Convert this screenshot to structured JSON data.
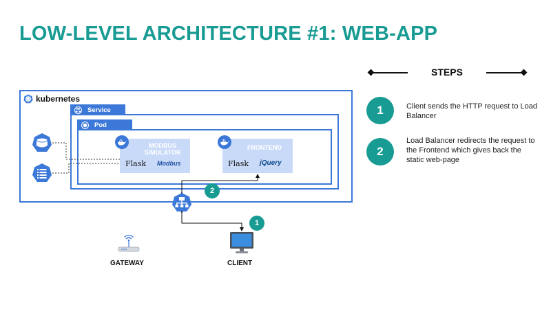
{
  "title": "LOW-LEVEL ARCHITECTURE #1: WEB-APP",
  "steps": {
    "heading": "STEPS",
    "items": [
      {
        "number": "1",
        "text": "Client sends the HTTP request to Load Balancer"
      },
      {
        "number": "2",
        "text": "Load Balancer redirects the request to the Frontend which gives back the static web-page"
      }
    ]
  },
  "diagram": {
    "cluster_label": "kubernetes",
    "service_label": "Service",
    "pod_label": "Pod",
    "containers": [
      {
        "name": "MODBUS SIMULATOR",
        "logos": [
          "Flask",
          "Modbus"
        ]
      },
      {
        "name": "FRONTEND",
        "logos": [
          "Flask",
          "jQuery"
        ]
      }
    ],
    "flow_markers": [
      "2",
      "1"
    ],
    "nodes": {
      "gateway": "GATEWAY",
      "client": "CLIENT"
    }
  },
  "colors": {
    "accent": "#179b93",
    "k8s_blue": "#3b78d8",
    "container_fill": "#c9daf8"
  },
  "icons": [
    "kubernetes-icon",
    "service-icon",
    "pod-icon",
    "docker-icon",
    "storage-volume-icon",
    "config-map-icon",
    "load-balancer-icon",
    "router-icon",
    "monitor-icon"
  ]
}
